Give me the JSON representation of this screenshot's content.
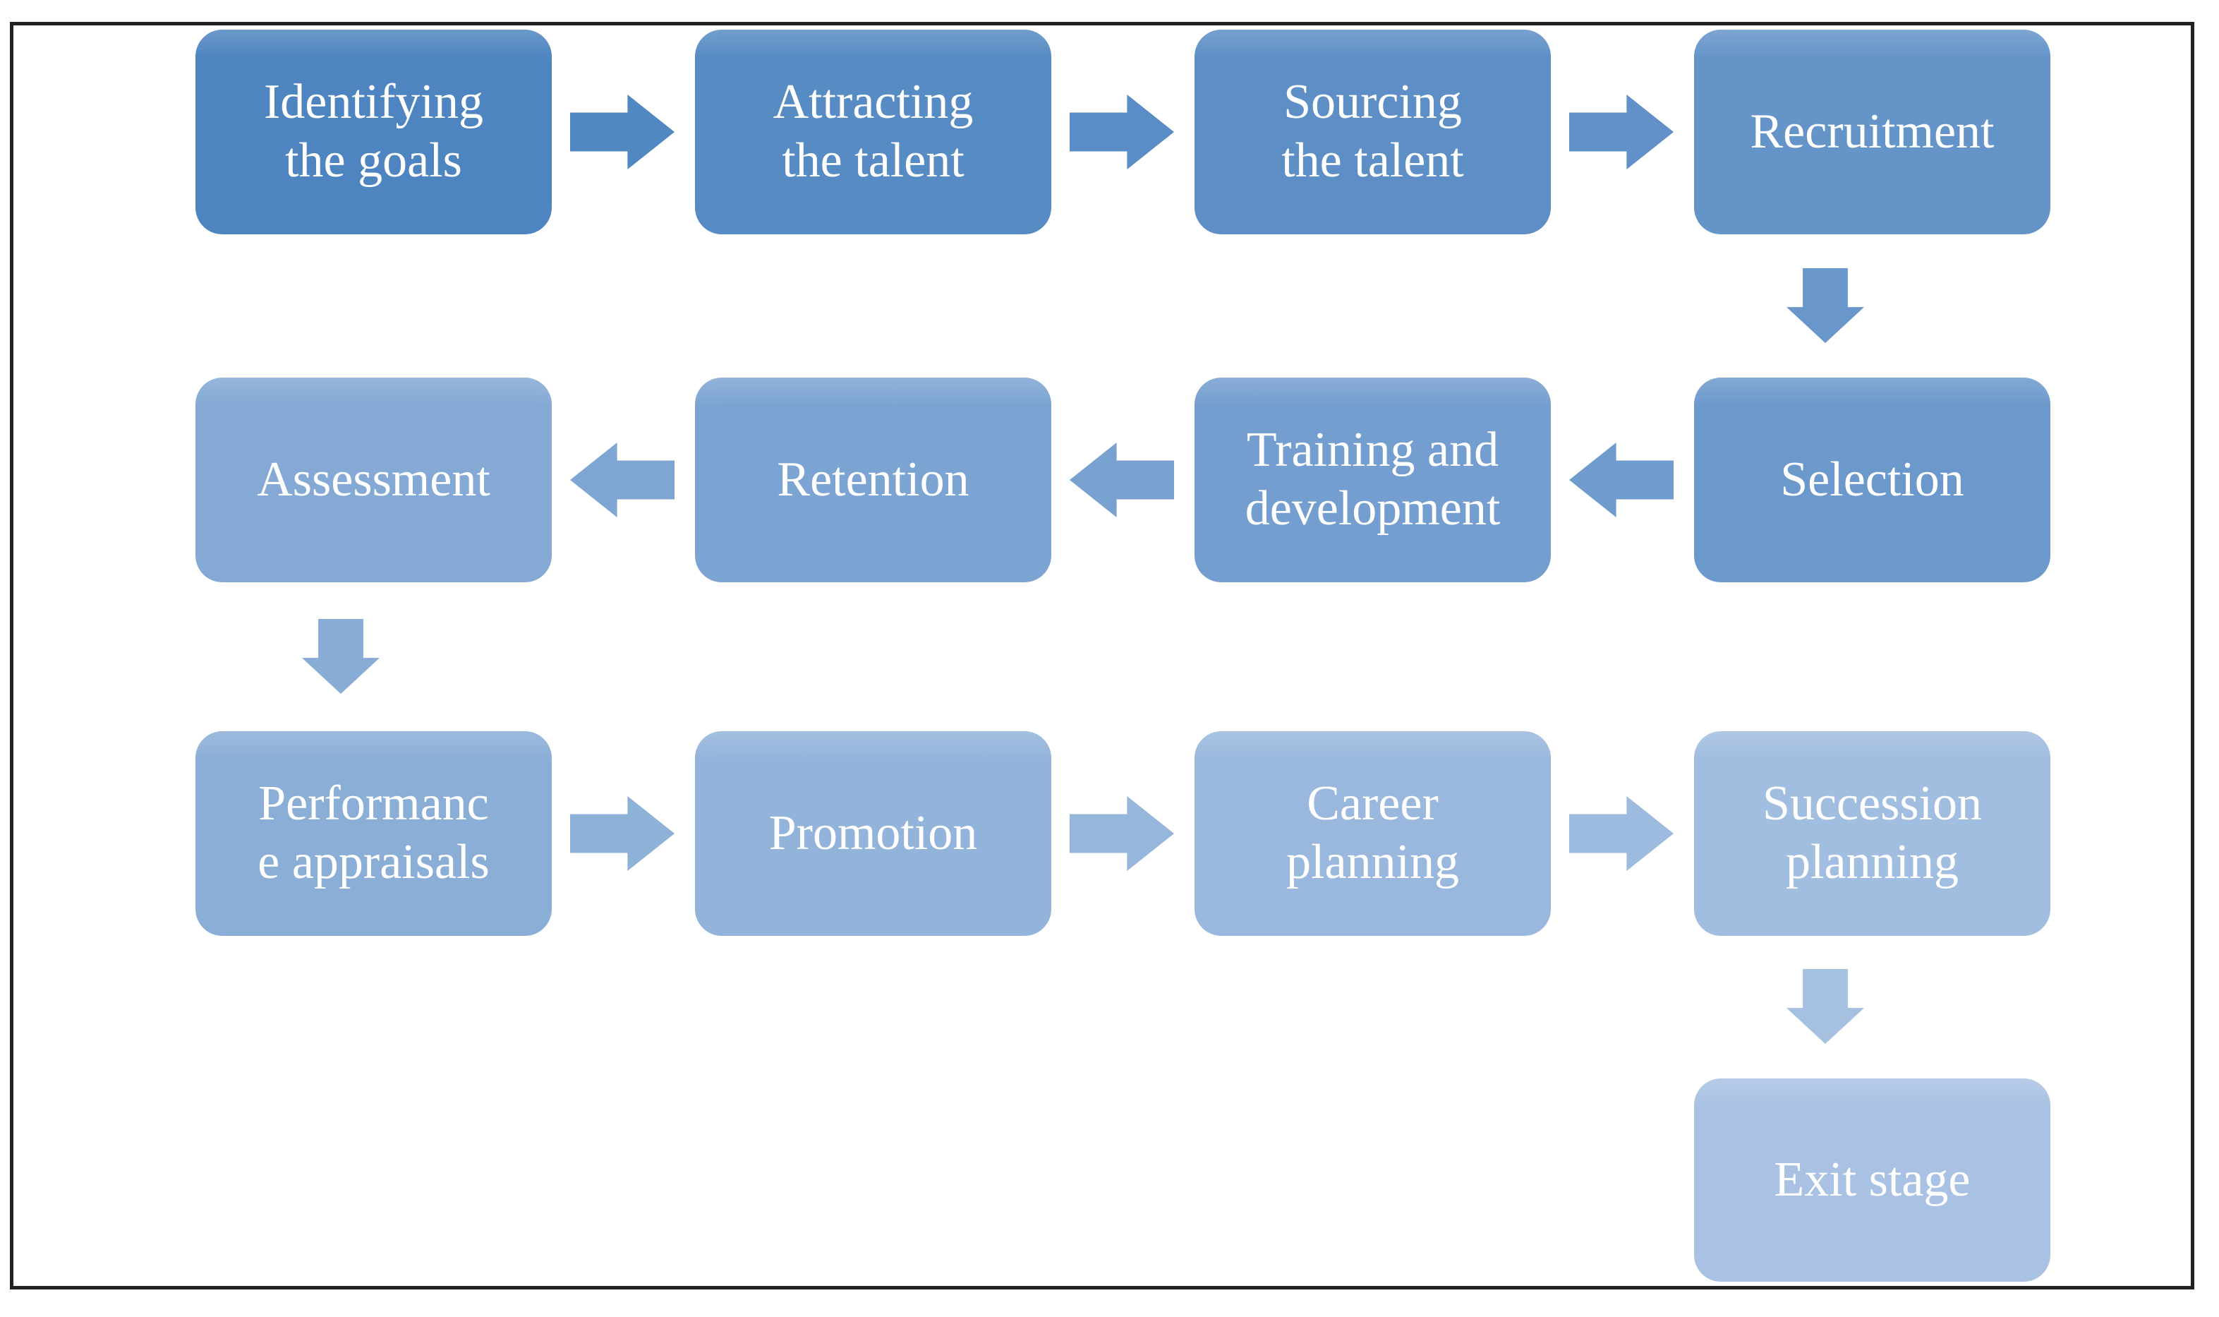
{
  "diagram": {
    "type": "flowchart",
    "text_color": "#FFFFFF",
    "frame_color": "#222222",
    "background_color": "#FFFFFF",
    "nodes": [
      {
        "id": "identifying-goals",
        "label": "Identifying\nthe goals",
        "color": "#4E85C0"
      },
      {
        "id": "attracting-talent",
        "label": "Attracting\nthe talent",
        "color": "#568BC3"
      },
      {
        "id": "sourcing-talent",
        "label": "Sourcing\nthe talent",
        "color": "#5D8FC6"
      },
      {
        "id": "recruitment",
        "label": "Recruitment",
        "color": "#6594C9"
      },
      {
        "id": "selection",
        "label": "Selection",
        "color": "#6C99CC"
      },
      {
        "id": "training-development",
        "label": "Training and\ndevelopment",
        "color": "#749ECF"
      },
      {
        "id": "retention",
        "label": "Retention",
        "color": "#7CA4D2"
      },
      {
        "id": "assessment",
        "label": "Assessment",
        "color": "#83A9D4"
      },
      {
        "id": "performance-appraisals",
        "label": "Performanc\ne appraisals",
        "color": "#8BAED7"
      },
      {
        "id": "promotion",
        "label": "Promotion",
        "color": "#92B3DA"
      },
      {
        "id": "career-planning",
        "label": "Career\nplanning",
        "color": "#9AB8DD"
      },
      {
        "id": "succession-planning",
        "label": "Succession\nplanning",
        "color": "#A1BDE0"
      },
      {
        "id": "exit-stage",
        "label": "Exit stage",
        "color": "#A9C2E3"
      }
    ],
    "connectors": [
      {
        "from": "identifying-goals",
        "to": "attracting-talent",
        "direction": "right",
        "color": "#5288C2"
      },
      {
        "from": "attracting-talent",
        "to": "sourcing-talent",
        "direction": "right",
        "color": "#5A8DC5"
      },
      {
        "from": "sourcing-talent",
        "to": "recruitment",
        "direction": "right",
        "color": "#6191C8"
      },
      {
        "from": "recruitment",
        "to": "selection",
        "direction": "down",
        "color": "#6997CB"
      },
      {
        "from": "selection",
        "to": "training-development",
        "direction": "left",
        "color": "#709CCD"
      },
      {
        "from": "training-development",
        "to": "retention",
        "direction": "left",
        "color": "#78A1D0"
      },
      {
        "from": "retention",
        "to": "assessment",
        "direction": "left",
        "color": "#7FA6D3"
      },
      {
        "from": "assessment",
        "to": "performance-appraisals",
        "direction": "down",
        "color": "#87ACD6"
      },
      {
        "from": "performance-appraisals",
        "to": "promotion",
        "direction": "right",
        "color": "#8EB1D8"
      },
      {
        "from": "promotion",
        "to": "career-planning",
        "direction": "right",
        "color": "#96B6DB"
      },
      {
        "from": "career-planning",
        "to": "succession-planning",
        "direction": "right",
        "color": "#9DBBDE"
      },
      {
        "from": "succession-planning",
        "to": "exit-stage",
        "direction": "down",
        "color": "#A5C0E1"
      }
    ]
  }
}
